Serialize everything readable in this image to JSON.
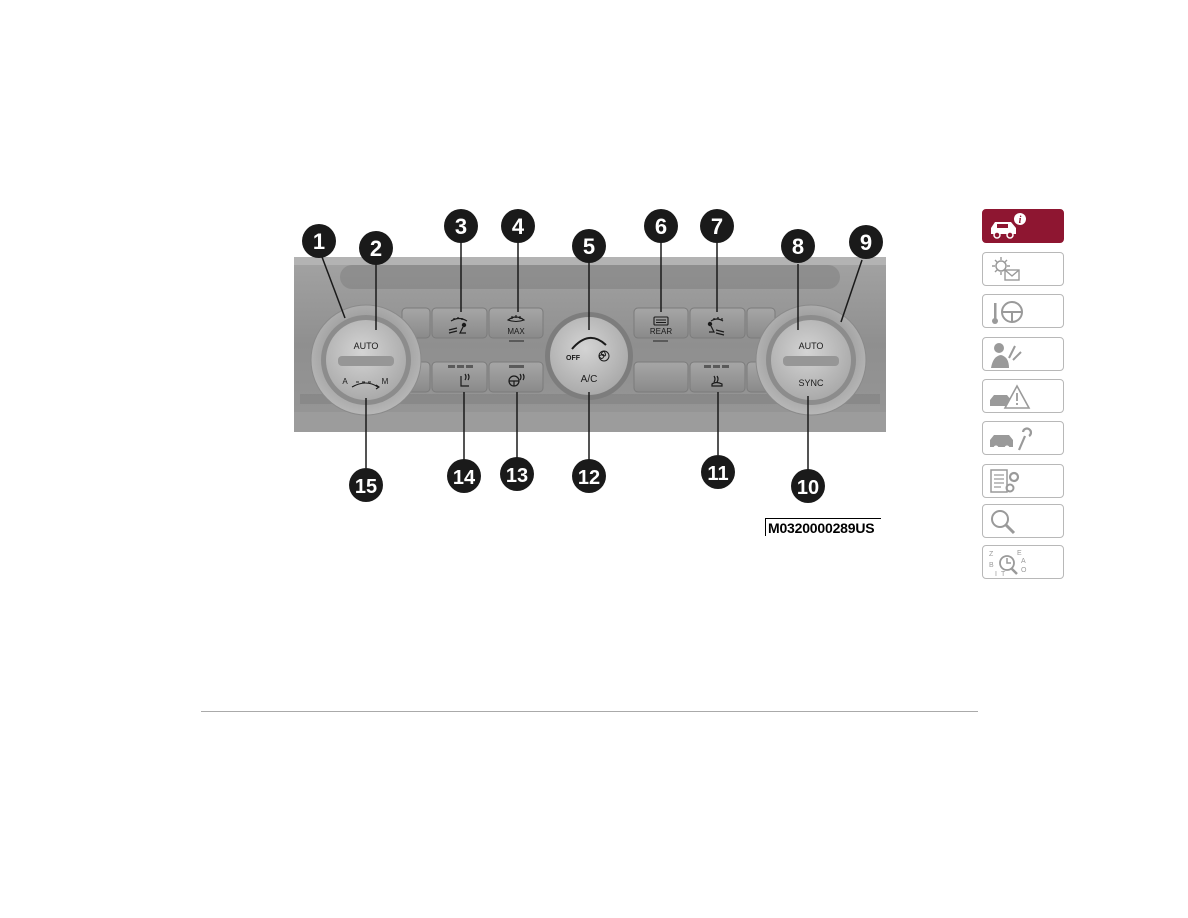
{
  "figure": {
    "code": "M0320000289US",
    "callouts": [
      "1",
      "2",
      "3",
      "4",
      "5",
      "6",
      "7",
      "8",
      "9",
      "10",
      "11",
      "12",
      "13",
      "14",
      "15"
    ],
    "panel": {
      "left_knob_top_label": "AUTO",
      "left_knob_a_label": "A",
      "left_knob_m_label": "M",
      "max_label": "MAX",
      "rear_label": "REAR",
      "off_label": "OFF",
      "ac_label": "A/C",
      "right_knob_top_label": "AUTO",
      "right_knob_bottom_label": "SYNC"
    }
  },
  "sidebar": {
    "tabs": [
      {
        "icon": "car-info-icon",
        "active": true
      },
      {
        "icon": "sun-envelope-icon",
        "active": false
      },
      {
        "icon": "key-steering-wheel-icon",
        "active": false
      },
      {
        "icon": "person-airbag-icon",
        "active": false
      },
      {
        "icon": "car-warning-icon",
        "active": false
      },
      {
        "icon": "car-wrench-icon",
        "active": false
      },
      {
        "icon": "document-gears-icon",
        "active": false
      },
      {
        "icon": "magnifier-icon",
        "active": false
      },
      {
        "icon": "alphabet-index-icon",
        "active": false
      }
    ]
  },
  "colors": {
    "accent": "#8e1631",
    "panel": "#909090",
    "callout": "#1a1a1a"
  }
}
